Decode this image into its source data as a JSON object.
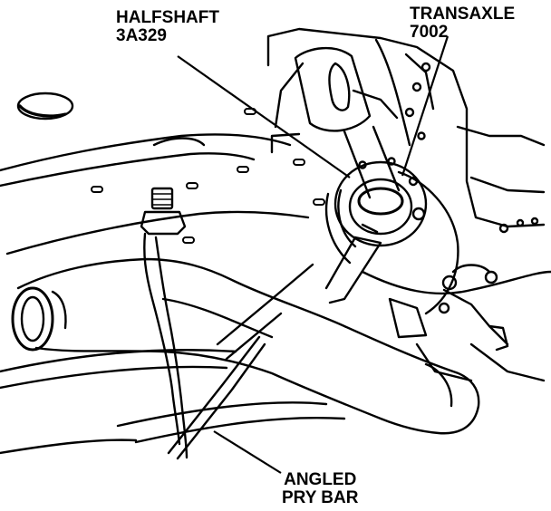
{
  "callouts": {
    "halfshaft": {
      "name": "HALFSHAFT",
      "code": "3A329"
    },
    "transaxle": {
      "name": "TRANSAXLE",
      "code": "7002"
    },
    "pry_bar": {
      "line1": "ANGLED",
      "line2": "PRY BAR"
    }
  },
  "colors": {
    "ink": "#000000",
    "paper": "#ffffff"
  }
}
